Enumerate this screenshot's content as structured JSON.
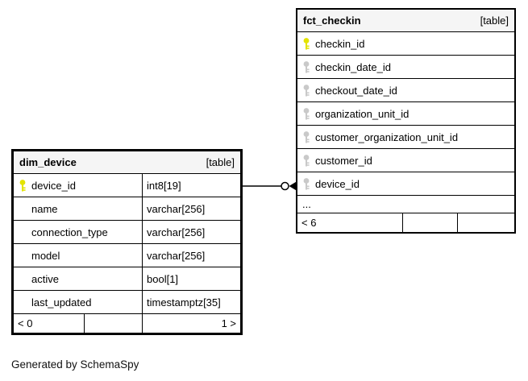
{
  "footer_note": "Generated by SchemaSpy",
  "colors": {
    "primary_key": "#e3e300",
    "foreign_key": "#c9c9c9",
    "header_bg": "#f5f5f5",
    "border": "#000000"
  },
  "relationship": {
    "from_table": "dim_device",
    "from_column": "device_id",
    "to_table": "fct_checkin",
    "to_column": "device_id",
    "notation": "line with open circle and arrowhead at fct_checkin side"
  },
  "tables": [
    {
      "name": "fct_checkin",
      "type_label": "[table]",
      "columns": [
        {
          "name": "checkin_id",
          "key": "primary"
        },
        {
          "name": "checkin_date_id",
          "key": "foreign"
        },
        {
          "name": "checkout_date_id",
          "key": "foreign"
        },
        {
          "name": "organization_unit_id",
          "key": "foreign"
        },
        {
          "name": "customer_organization_unit_id",
          "key": "foreign"
        },
        {
          "name": "customer_id",
          "key": "foreign"
        },
        {
          "name": "device_id",
          "key": "foreign"
        }
      ],
      "ellipsis": "...",
      "footer": {
        "left": "< 6",
        "middle": "",
        "right": ""
      }
    },
    {
      "name": "dim_device",
      "type_label": "[table]",
      "columns": [
        {
          "name": "device_id",
          "type": "int8[19]",
          "key": "primary"
        },
        {
          "name": "name",
          "type": "varchar[256]"
        },
        {
          "name": "connection_type",
          "type": "varchar[256]"
        },
        {
          "name": "model",
          "type": "varchar[256]"
        },
        {
          "name": "active",
          "type": "bool[1]"
        },
        {
          "name": "last_updated",
          "type": "timestamptz[35]"
        }
      ],
      "footer": {
        "left": "< 0",
        "middle": "",
        "right": "1 >"
      }
    }
  ]
}
